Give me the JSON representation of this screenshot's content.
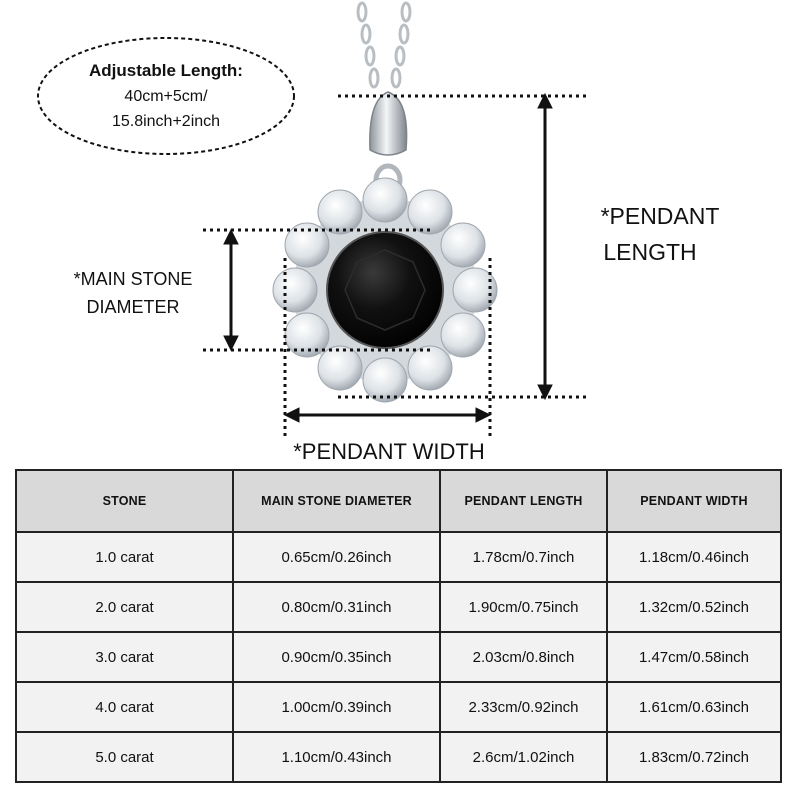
{
  "callout": {
    "title": "Adjustable Length:",
    "line1": "40cm+5cm/",
    "line2": "15.8inch+2inch"
  },
  "labels": {
    "pendant_length_1": "*PENDANT",
    "pendant_length_2": "LENGTH",
    "main_stone_1": "*MAIN STONE",
    "main_stone_2": "DIAMETER",
    "pendant_width": "*PENDANT WIDTH"
  },
  "colors": {
    "stone": "#0e0e0e",
    "metal": "#c8ccd0",
    "halo_stone": "#e6eaee",
    "header_bg": "#d9d9d9",
    "cell_bg": "#f2f2f2"
  },
  "table": {
    "headers": [
      "STONE",
      "MAIN STONE DIAMETER",
      "PENDANT LENGTH",
      "PENDANT WIDTH"
    ],
    "rows": [
      [
        "1.0 carat",
        "0.65cm/0.26inch",
        "1.78cm/0.7inch",
        "1.18cm/0.46inch"
      ],
      [
        "2.0 carat",
        "0.80cm/0.31inch",
        "1.90cm/0.75inch",
        "1.32cm/0.52inch"
      ],
      [
        "3.0 carat",
        "0.90cm/0.35inch",
        "2.03cm/0.8inch",
        "1.47cm/0.58inch"
      ],
      [
        "4.0 carat",
        "1.00cm/0.39inch",
        "2.33cm/0.92inch",
        "1.61cm/0.63inch"
      ],
      [
        "5.0 carat",
        "1.10cm/0.43inch",
        "2.6cm/1.02inch",
        "1.83cm/0.72inch"
      ]
    ]
  }
}
